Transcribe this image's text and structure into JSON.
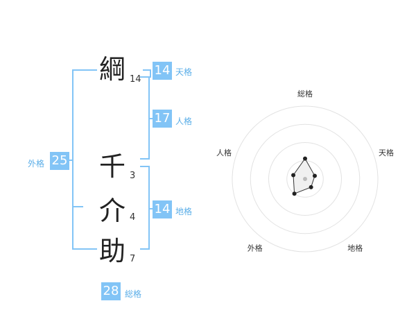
{
  "name_chars": [
    {
      "char": "綱",
      "strokes": "14"
    },
    {
      "char": "千",
      "strokes": "3"
    },
    {
      "char": "介",
      "strokes": "4"
    },
    {
      "char": "助",
      "strokes": "7"
    }
  ],
  "kakusu": {
    "tenkaku": {
      "label": "天格",
      "value": "14"
    },
    "jinkaku": {
      "label": "人格",
      "value": "17"
    },
    "chikaku": {
      "label": "地格",
      "value": "14"
    },
    "gaikaku": {
      "label": "外格",
      "value": "25"
    },
    "soukaku": {
      "label": "総格",
      "value": "28"
    }
  },
  "colors": {
    "accent": "#82c4f6",
    "label": "#5baee8",
    "radar_fill": "#f0f0f0"
  },
  "chart_data": {
    "type": "radar",
    "axes": [
      "総格",
      "天格",
      "地格",
      "外格",
      "人格"
    ],
    "values": [
      28,
      14,
      14,
      25,
      17
    ],
    "rings": 4,
    "grid": true
  }
}
